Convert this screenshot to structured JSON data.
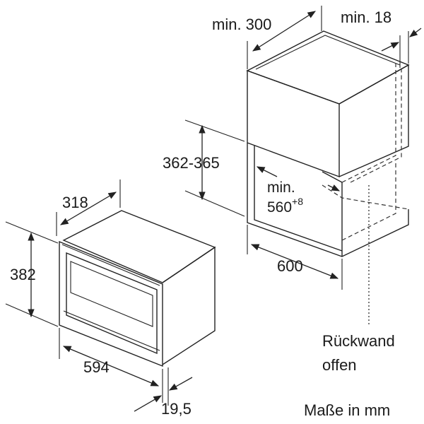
{
  "dimensions": {
    "min_300": "min. 300",
    "min_18": "min. 18",
    "niche_height": "362-365",
    "niche_min": "min.",
    "niche_width_base": "560",
    "niche_width_tol": "+8",
    "niche_depth": "600",
    "device_depth": "318",
    "device_height": "382",
    "device_width": "594",
    "front_offset": "19,5"
  },
  "notes": {
    "rear_wall_line1": "Rückwand",
    "rear_wall_line2": "offen",
    "units": "Maße in mm"
  }
}
